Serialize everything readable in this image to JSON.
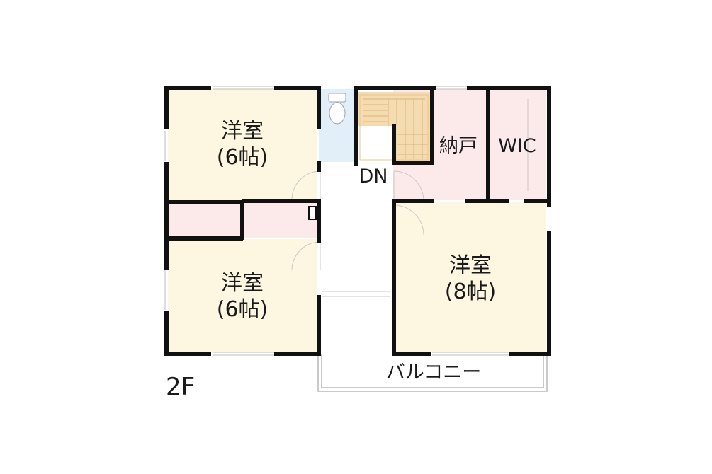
{
  "floor_label": "2F",
  "rooms": {
    "top_left": {
      "name": "洋室",
      "size": "(6帖)"
    },
    "bottom_left": {
      "name": "洋室",
      "size": "(6帖)"
    },
    "right": {
      "name": "洋室",
      "size": "(8帖)"
    },
    "storage": {
      "name": "納戸"
    },
    "closet": {
      "name": "WIC"
    },
    "stairs": {
      "label": "DN"
    },
    "balcony": {
      "name": "バルコニー"
    }
  },
  "colors": {
    "room_fill": "#fdf7e2",
    "storage_fill": "#fce9ea",
    "stairs_fill": "#f5dcb0",
    "toilet_fill": "#e3eff8",
    "wall": "#111111"
  }
}
